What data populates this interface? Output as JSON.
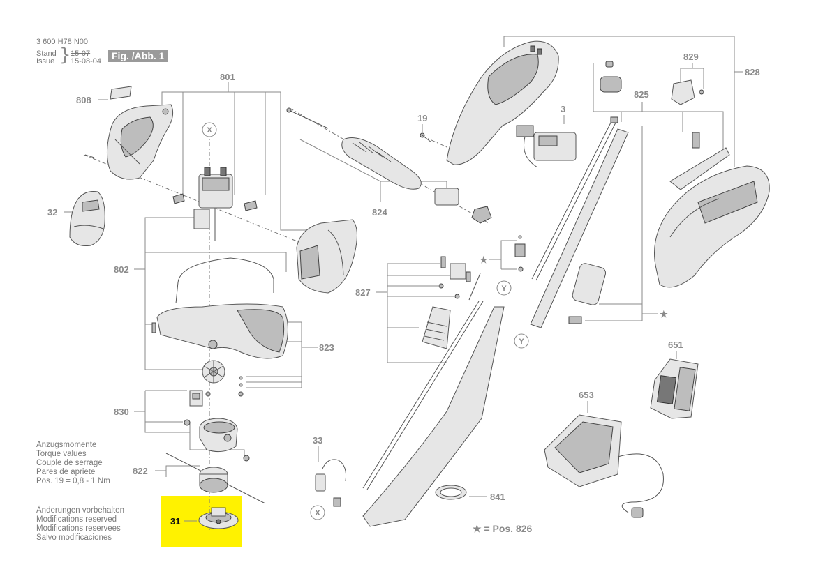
{
  "header": {
    "doc_number": "3 600 H78 N00",
    "stand_label": "Stand",
    "issue_label": "Issue",
    "old_date": "15-07",
    "new_date": "15-08-04",
    "figure_label": "Fig. /Abb. 1"
  },
  "torque_note": {
    "lines": [
      "Anzugsmomente",
      "Torque values",
      "Couple de serrage",
      "Pares de apriete"
    ],
    "spec": "Pos.   19 = 0,8 - 1 Nm"
  },
  "modifications_note": {
    "lines": [
      "Änderungen vorbehalten",
      "Modifications reserved",
      "Modifications reservees",
      "Salvo modificaciones"
    ]
  },
  "legend": {
    "text": "★ = Pos. 826"
  },
  "highlight_color": "#fff200",
  "part_labels": {
    "p808": "808",
    "p801": "801",
    "p32": "32",
    "p802": "802",
    "p823": "823",
    "p830": "830",
    "p822": "822",
    "p31": "31",
    "p824": "824",
    "p19": "19",
    "p3": "3",
    "p829": "829",
    "p828": "828",
    "p825": "825",
    "p827": "827",
    "p651": "651",
    "p653": "653",
    "p33": "33",
    "p841": "841"
  },
  "connector_markers": {
    "x_marker": "X",
    "y_marker": "Y"
  },
  "star_symbol": "★"
}
